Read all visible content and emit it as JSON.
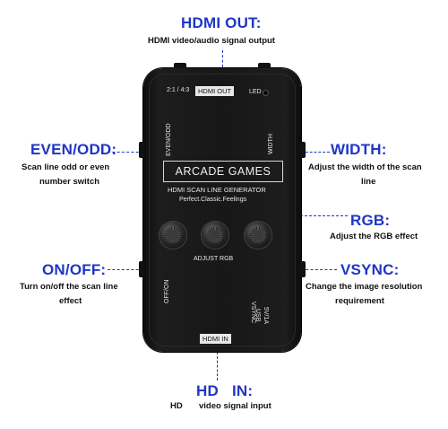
{
  "callouts": {
    "hdmi_out": {
      "title": "HDMI OUT:",
      "desc": "HDMI video/audio signal output"
    },
    "even_odd": {
      "title": "EVEN/ODD:",
      "desc_line1": "Scan line odd or even",
      "desc_line2": "number switch"
    },
    "width": {
      "title": "WIDTH:",
      "desc_line1": "Adjust the width of the scan",
      "desc_line2": "line"
    },
    "rgb": {
      "title": "RGB:",
      "desc": "Adjust the RGB effect"
    },
    "on_off": {
      "title": "ON/OFF:",
      "desc_line1": "Turn on/off the scan line",
      "desc_line2": "effect"
    },
    "vsync": {
      "title": "VSYNC:",
      "desc_line1": "Change the image resolution",
      "desc_line2": "requirement"
    },
    "hd_in": {
      "title_a": "HD",
      "title_b": "IN:",
      "desc_a": "HD",
      "desc_b": "video signal input"
    }
  },
  "device": {
    "aspect_label": "2:1 / 4:3",
    "hdmi_out_label": "HDMI OUT",
    "led_label": "LED",
    "even_odd_label": "EVEN/ODD",
    "width_label": "WIDTH",
    "brand": "ARCADE GAMES",
    "product": "HDMI SCAN LINE GENERATOR",
    "tagline": "Perfect.Classic.Feelings",
    "adjust_label": "ADJUST RGB",
    "off_on_label": "OFF/ON",
    "vsync_label": "VSYNC",
    "usb_label_1": "USB",
    "usb_label_2": "5V/1A",
    "hdmi_in_label": "HDMI IN"
  },
  "colors": {
    "accent": "#1f35c8",
    "device_body": "#171717",
    "text_dark": "#111111"
  }
}
